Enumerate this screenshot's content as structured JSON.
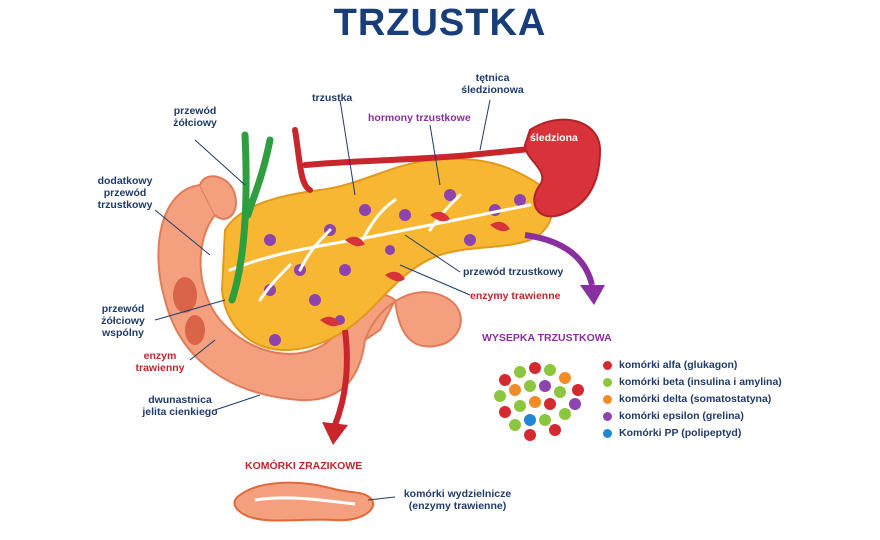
{
  "title": "TRZUSTKA",
  "labels": {
    "bile_duct": "przewód\nżółciowy",
    "accessory_duct": "dodatkowy\nprzewód\ntrzustkowy",
    "common_bile_duct": "przewód\nżółciowy\nwspólny",
    "digestive_enzyme_left": "enzym\ntrawienny",
    "duodenum": "dwunastnica\njelita cienkiego",
    "pancreas": "trzustka",
    "pancreatic_hormones": "hormony trzustkowe",
    "splenic_artery": "tętnica\nśledzionowa",
    "spleen": "śledziona",
    "pancreatic_duct": "przewód trzustkowy",
    "digestive_enzymes": "enzymy trawienne",
    "islet_title": "WYSEPKA TRZUSTKOWA",
    "acinar_title": "KOMÓRKI ZRAZIKOWE",
    "secretory_cells": "komórki wydzielnicze\n(enzymy trawienne)"
  },
  "legend": [
    {
      "label": "komórki alfa (glukagon)",
      "color": "#d42a2f"
    },
    {
      "label": "komórki beta (insulina i amylina)",
      "color": "#8cc63f"
    },
    {
      "label": "komórki delta (somatostatyna)",
      "color": "#f28c28"
    },
    {
      "label": "komórki epsilon (grelina)",
      "color": "#8e44ad"
    },
    {
      "label": "Komórki PP (polipeptyd)",
      "color": "#1e88d6"
    }
  ],
  "colors": {
    "title": "#173d7a",
    "pancreas": "#f7b733",
    "duodenum": "#f4a07f",
    "spleen": "#d8333a",
    "artery": "#c9252c",
    "bile_duct": "#2e9e3f",
    "arrow_purple": "#8b2ea0",
    "arrow_red": "#c9252c"
  }
}
